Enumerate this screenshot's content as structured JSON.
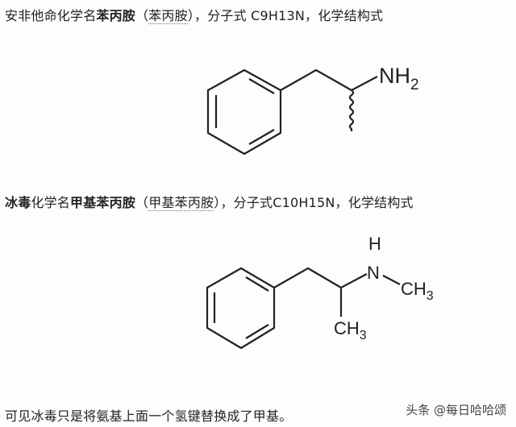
{
  "section1": {
    "prefix": "安非他命化学名",
    "bold_name": "苯丙胺",
    "paren_open": "（",
    "link_name": "苯丙胺",
    "paren_close": "）",
    "suffix": "，分子式 C9H13N，化学结构式"
  },
  "molecule1": {
    "name": "amphetamine",
    "labels": {
      "amine": "NH",
      "amine_sub": "2"
    }
  },
  "section2": {
    "bold_prefix": "冰毒",
    "middle": "化学名",
    "bold_name": "甲基苯丙胺",
    "paren_open": "（",
    "link_name": "甲基苯丙胺",
    "paren_close": "）",
    "suffix": "，分子式C10H15N，化学结构式"
  },
  "molecule2": {
    "name": "methamphetamine",
    "labels": {
      "h": "H",
      "n": "N",
      "methyl_c": "CH",
      "methyl_sub": "3"
    }
  },
  "footer": {
    "text": "可见冰毒只是将氨基上面一个氢键替换成了甲基。",
    "watermark": "头条 @每日哈哈颂"
  }
}
